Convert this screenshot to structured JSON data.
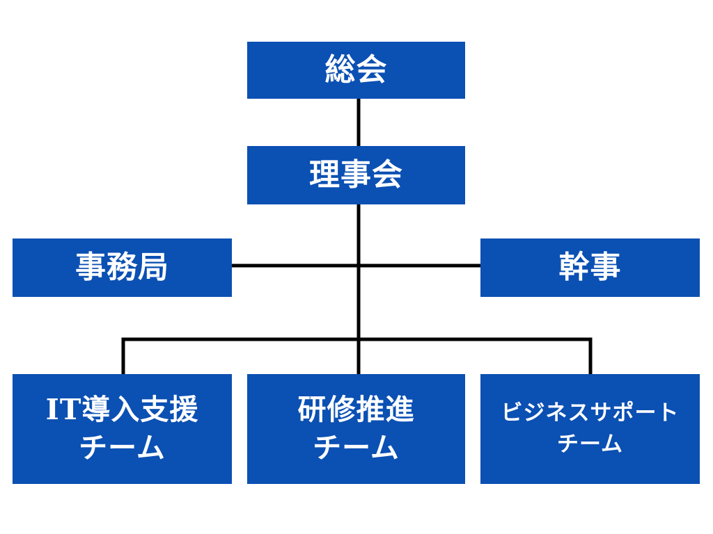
{
  "org_chart": {
    "general_assembly": "総会",
    "board": "理事会",
    "secretariat": "事務局",
    "officers": "幹事",
    "teams": [
      {
        "line1": "IT導入支援",
        "line2": "チーム"
      },
      {
        "line1": "研修推進",
        "line2": "チーム"
      },
      {
        "line1": "ビジネスサポート",
        "line2": "チーム"
      }
    ]
  },
  "colors": {
    "box_fill": "#0b50b3",
    "box_text": "#ffffff",
    "connector": "#000000",
    "background": "#ffffff"
  }
}
